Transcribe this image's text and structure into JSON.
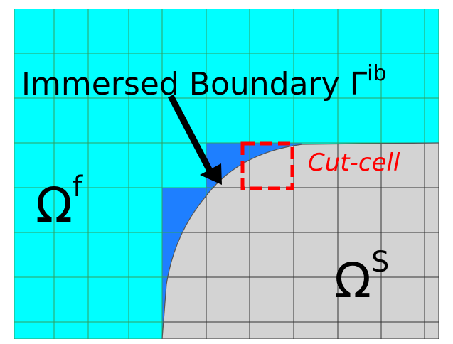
{
  "labels": {
    "title_main": "Immersed Boundary Γ",
    "title_sup": "ib",
    "cut_cell": "Cut-cell",
    "fluid_symbol": "Ω",
    "fluid_sup": "f",
    "solid_symbol": "Ω",
    "solid_sup": "S"
  },
  "colors": {
    "fluid": "#00ffff",
    "cut_region": "#1e7fff",
    "solid": "#d3d3d3",
    "grid_on_fluid": "#2fa060",
    "grid_on_solid": "#333333",
    "cut_cell_box": "#ff0000",
    "text": "#000000"
  },
  "icons": {
    "arrow": "arrow-down-right-icon"
  }
}
